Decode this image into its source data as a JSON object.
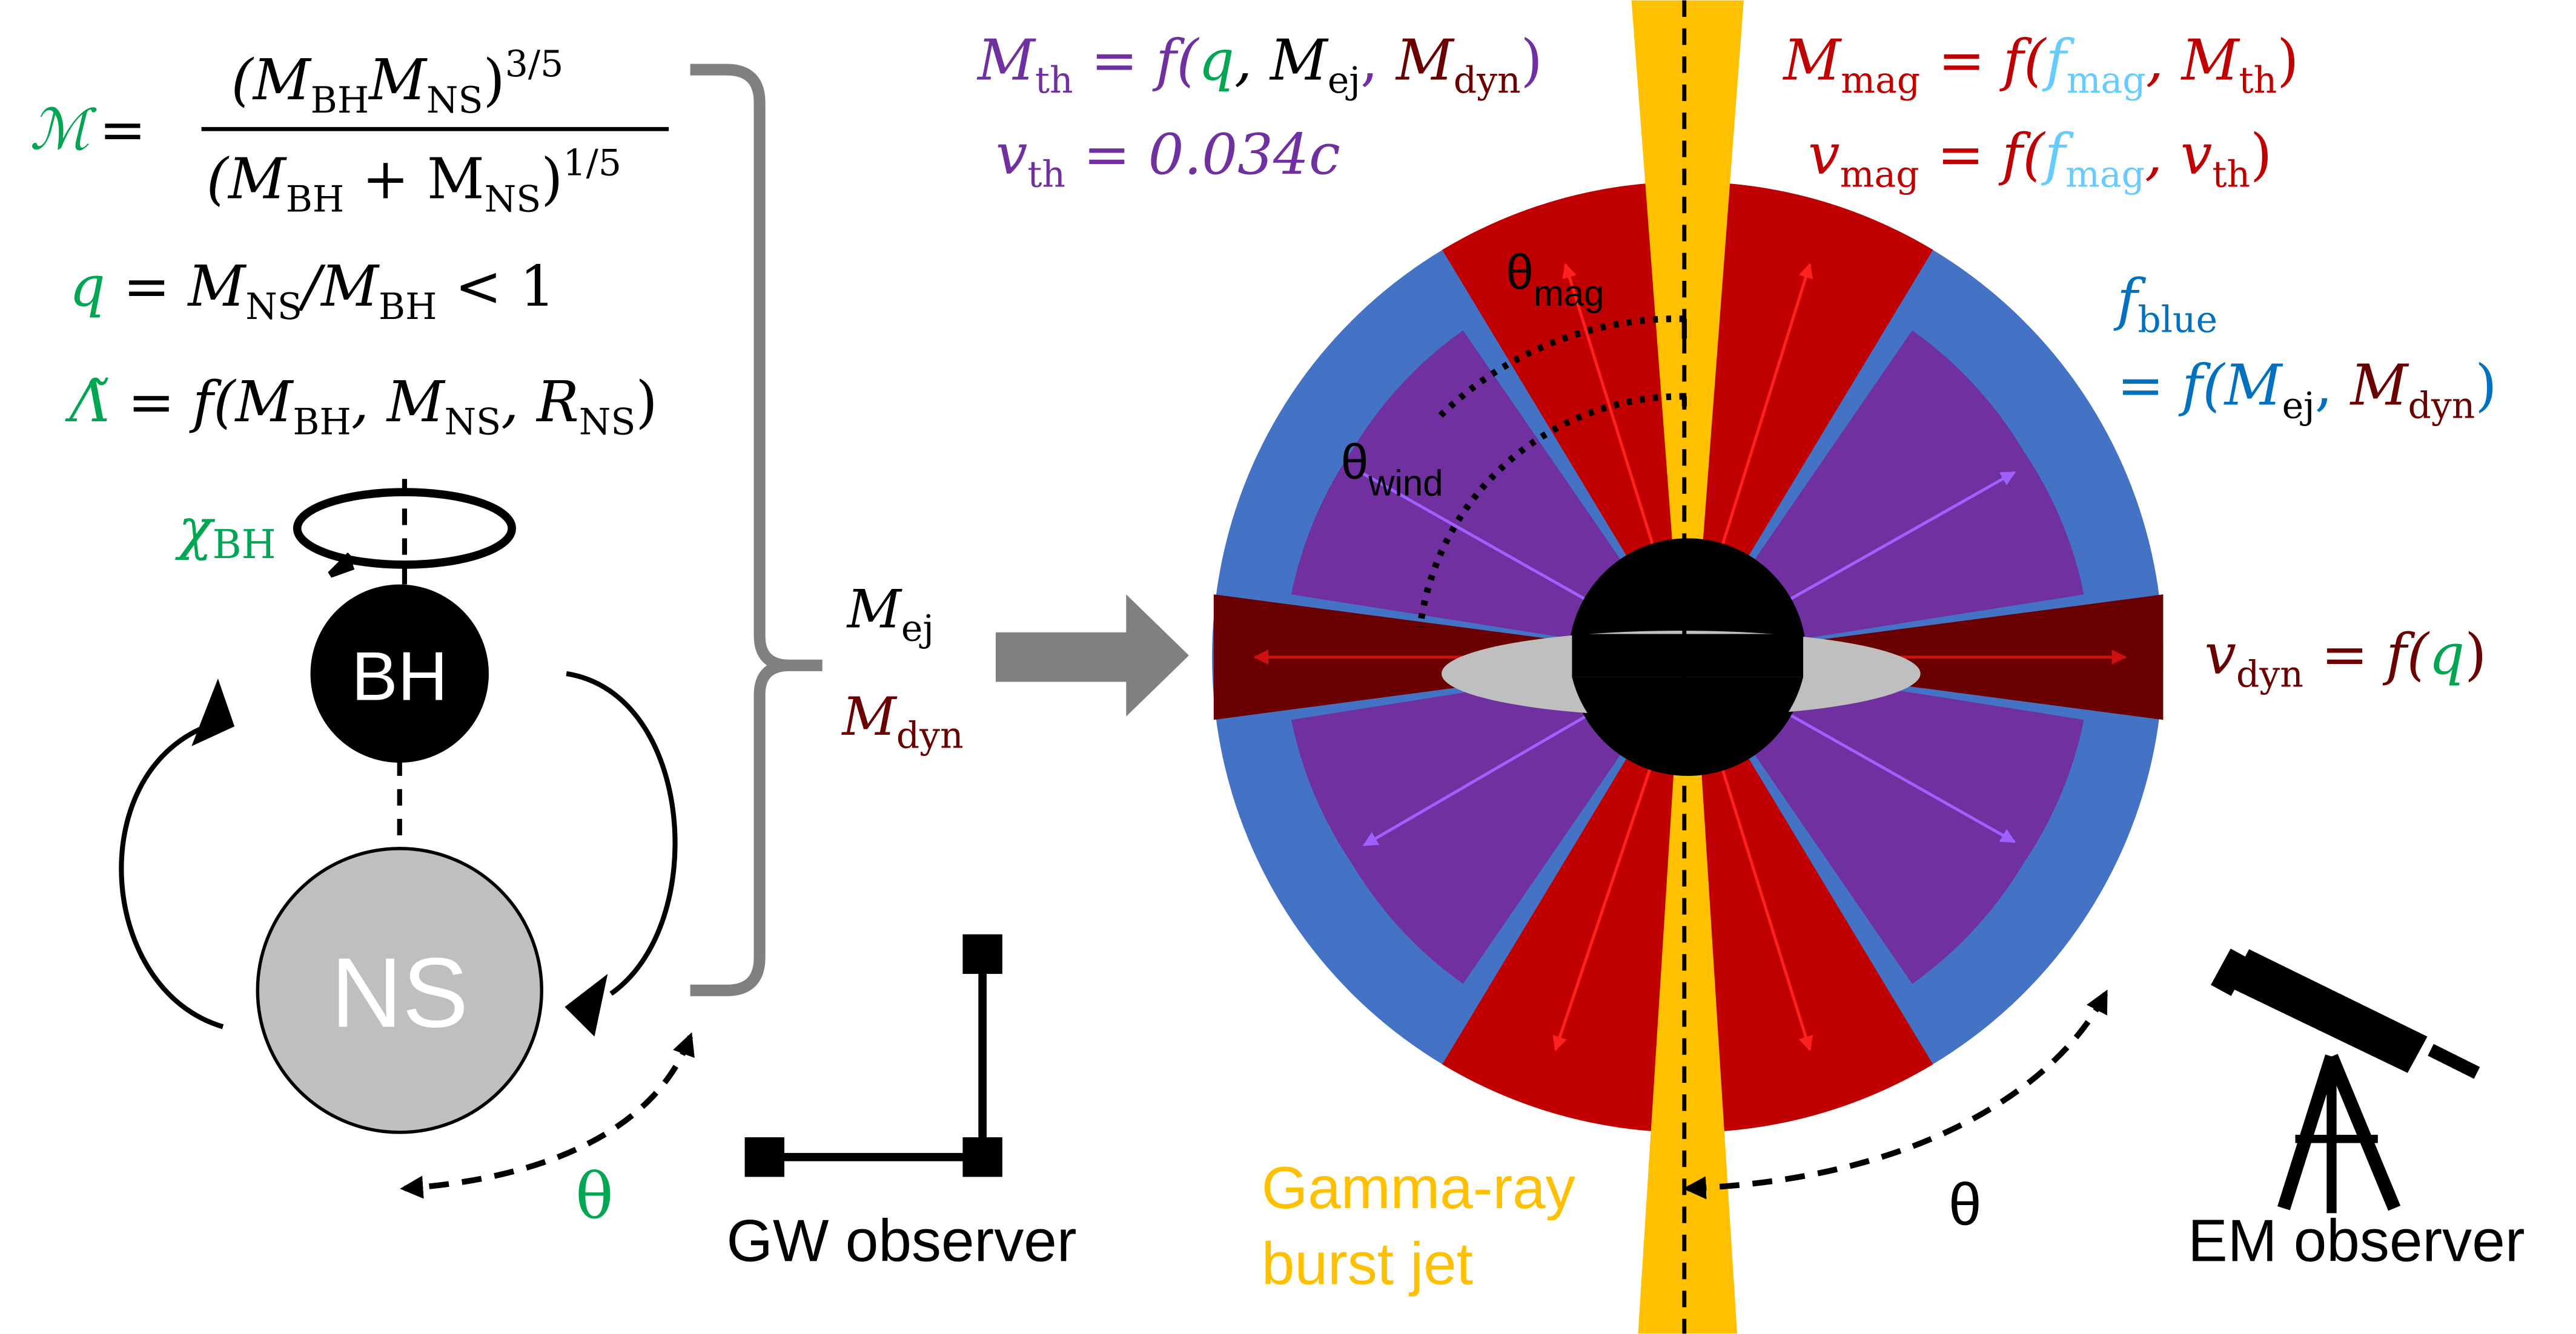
{
  "colors": {
    "green": "#00a651",
    "purple": "#7030a0",
    "red": "#c00000",
    "darkred": "#6b0000",
    "lightblue": "#66ccff",
    "blue": "#0070c0",
    "shell_blue": "#4472c4",
    "wind_purple": "#7030a0",
    "mag_red": "#c00000",
    "dyn_red": "#6b0000",
    "jet_yellow": "#ffc000",
    "disk_gray": "#bfbfbf",
    "ns_gray": "#bfbfbf",
    "bracket_gray": "#808080"
  },
  "icons": {
    "binary": "black-hole-neutron-star-binary-icon",
    "gw_detector": "gw-detector-icon",
    "telescope": "telescope-icon",
    "merger_remnant": "black-hole-accretion-disk-icon"
  },
  "left": {
    "chirp_symbol": "ℳ",
    "chirp_equals": "=",
    "chirp_numerator": "(M",
    "chirp_num_sub1": "BH",
    "chirp_num_m2": "M",
    "chirp_num_sub2": "NS",
    "chirp_num_close": ")",
    "chirp_num_exp": "3/5",
    "chirp_denominator": "(M",
    "chirp_den_sub1": "BH",
    "chirp_den_plus": " + M",
    "chirp_den_sub2": "NS",
    "chirp_den_close": ")",
    "chirp_den_exp": "1/5",
    "q_symbol": "q",
    "q_rest": " = M",
    "q_sub1": "NS",
    "q_mid": "/M",
    "q_sub2": "BH",
    "q_lt": "  < 1",
    "lambda_symbol": "Λ̃",
    "lambda_rest": " = f(M",
    "lambda_sub1": "BH",
    "lambda_c1": ", M",
    "lambda_sub2": "NS",
    "lambda_c2": ", R",
    "lambda_sub3": "NS",
    "lambda_close": ")",
    "chi_symbol": "χ",
    "chi_sub": "BH",
    "bh_label": "BH",
    "ns_label": "NS",
    "theta_left": "θ",
    "gw_label": "GW observer"
  },
  "middle": {
    "mej": "M",
    "mej_sub": "ej",
    "mdyn": "M",
    "mdyn_sub": "dyn"
  },
  "right": {
    "mth_M": "M",
    "mth_sub": "th",
    "mth_eq": " = f(",
    "mth_q": "q",
    "mth_c1": ", M",
    "mth_ej": "ej",
    "mth_c2": ", ",
    "mth_Mdyn": "M",
    "mth_dyn": "dyn",
    "mth_close": ")",
    "vth_v": "v",
    "vth_sub": "th",
    "vth_rest": " = 0.034c",
    "mmag_M": "M",
    "mmag_sub": "mag",
    "mmag_eq": " = f(",
    "mmag_f": "f",
    "mmag_fsub": "mag",
    "mmag_c": ", M",
    "mmag_th": "th",
    "mmag_close": ")",
    "vmag_v": "v",
    "vmag_sub": "mag",
    "vmag_eq": " = f(",
    "vmag_f": "f",
    "vmag_fsub": "mag",
    "vmag_c": ", v",
    "vmag_th": "th",
    "vmag_close": ")",
    "fblue_f": "f",
    "fblue_sub": "blue",
    "fblue_eq": "= f(M",
    "fblue_ej": "ej",
    "fblue_c": ", ",
    "fblue_Mdyn": "M",
    "fblue_dyn": "dyn",
    "fblue_close": ")",
    "vdyn_v": "v",
    "vdyn_sub": "dyn",
    "vdyn_eq": " = f(",
    "vdyn_q": "q",
    "vdyn_close": ")",
    "theta_mag": "θ",
    "theta_mag_sub": "mag",
    "theta_wind": "θ",
    "theta_wind_sub": "wind",
    "grb_line1": "Gamma-ray",
    "grb_line2": "burst jet",
    "theta_right": "θ",
    "em_label": "EM observer"
  }
}
